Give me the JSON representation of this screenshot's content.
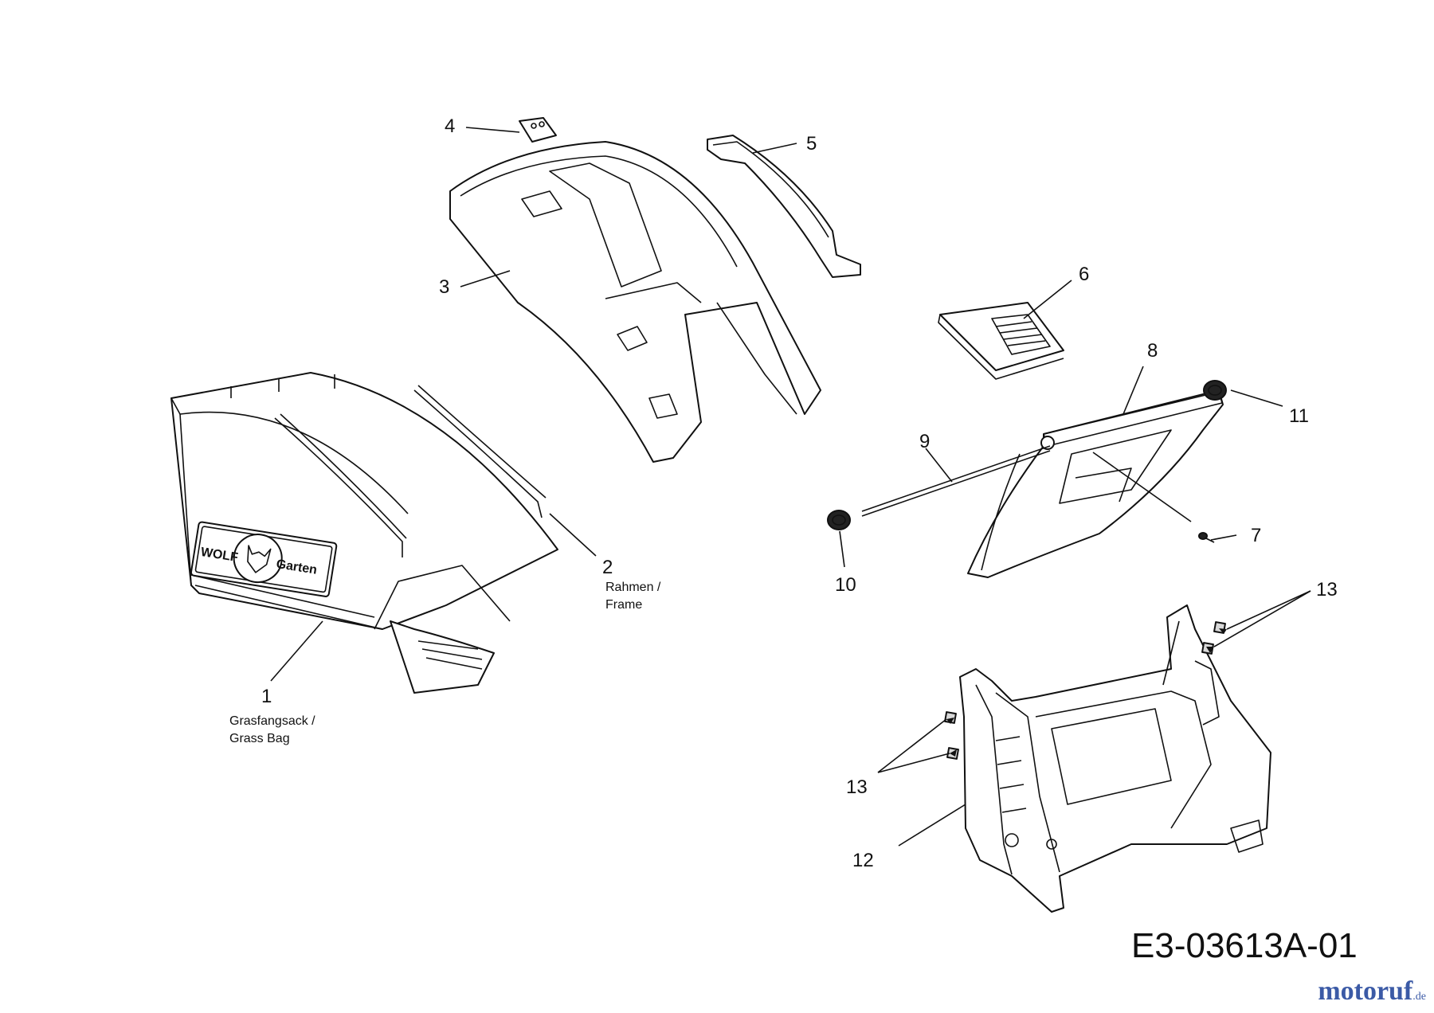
{
  "diagram": {
    "callouts": [
      "1",
      "2",
      "3",
      "4",
      "5",
      "6",
      "7",
      "8",
      "9",
      "10",
      "11",
      "12",
      "13",
      "13"
    ],
    "sublabels": {
      "grass_bag": [
        "Grasfangsack /",
        "Grass Bag"
      ],
      "frame": [
        "Rahmen /",
        "Frame"
      ]
    },
    "logo_text": [
      "WOLF",
      "Garten"
    ],
    "drawing_code": "E3-03613A-01"
  },
  "watermark": {
    "logo_text": [
      "motoruf",
      ".de"
    ],
    "colors": {
      "primary": "#3b5aa6",
      "accent": "#e07b1a"
    }
  }
}
